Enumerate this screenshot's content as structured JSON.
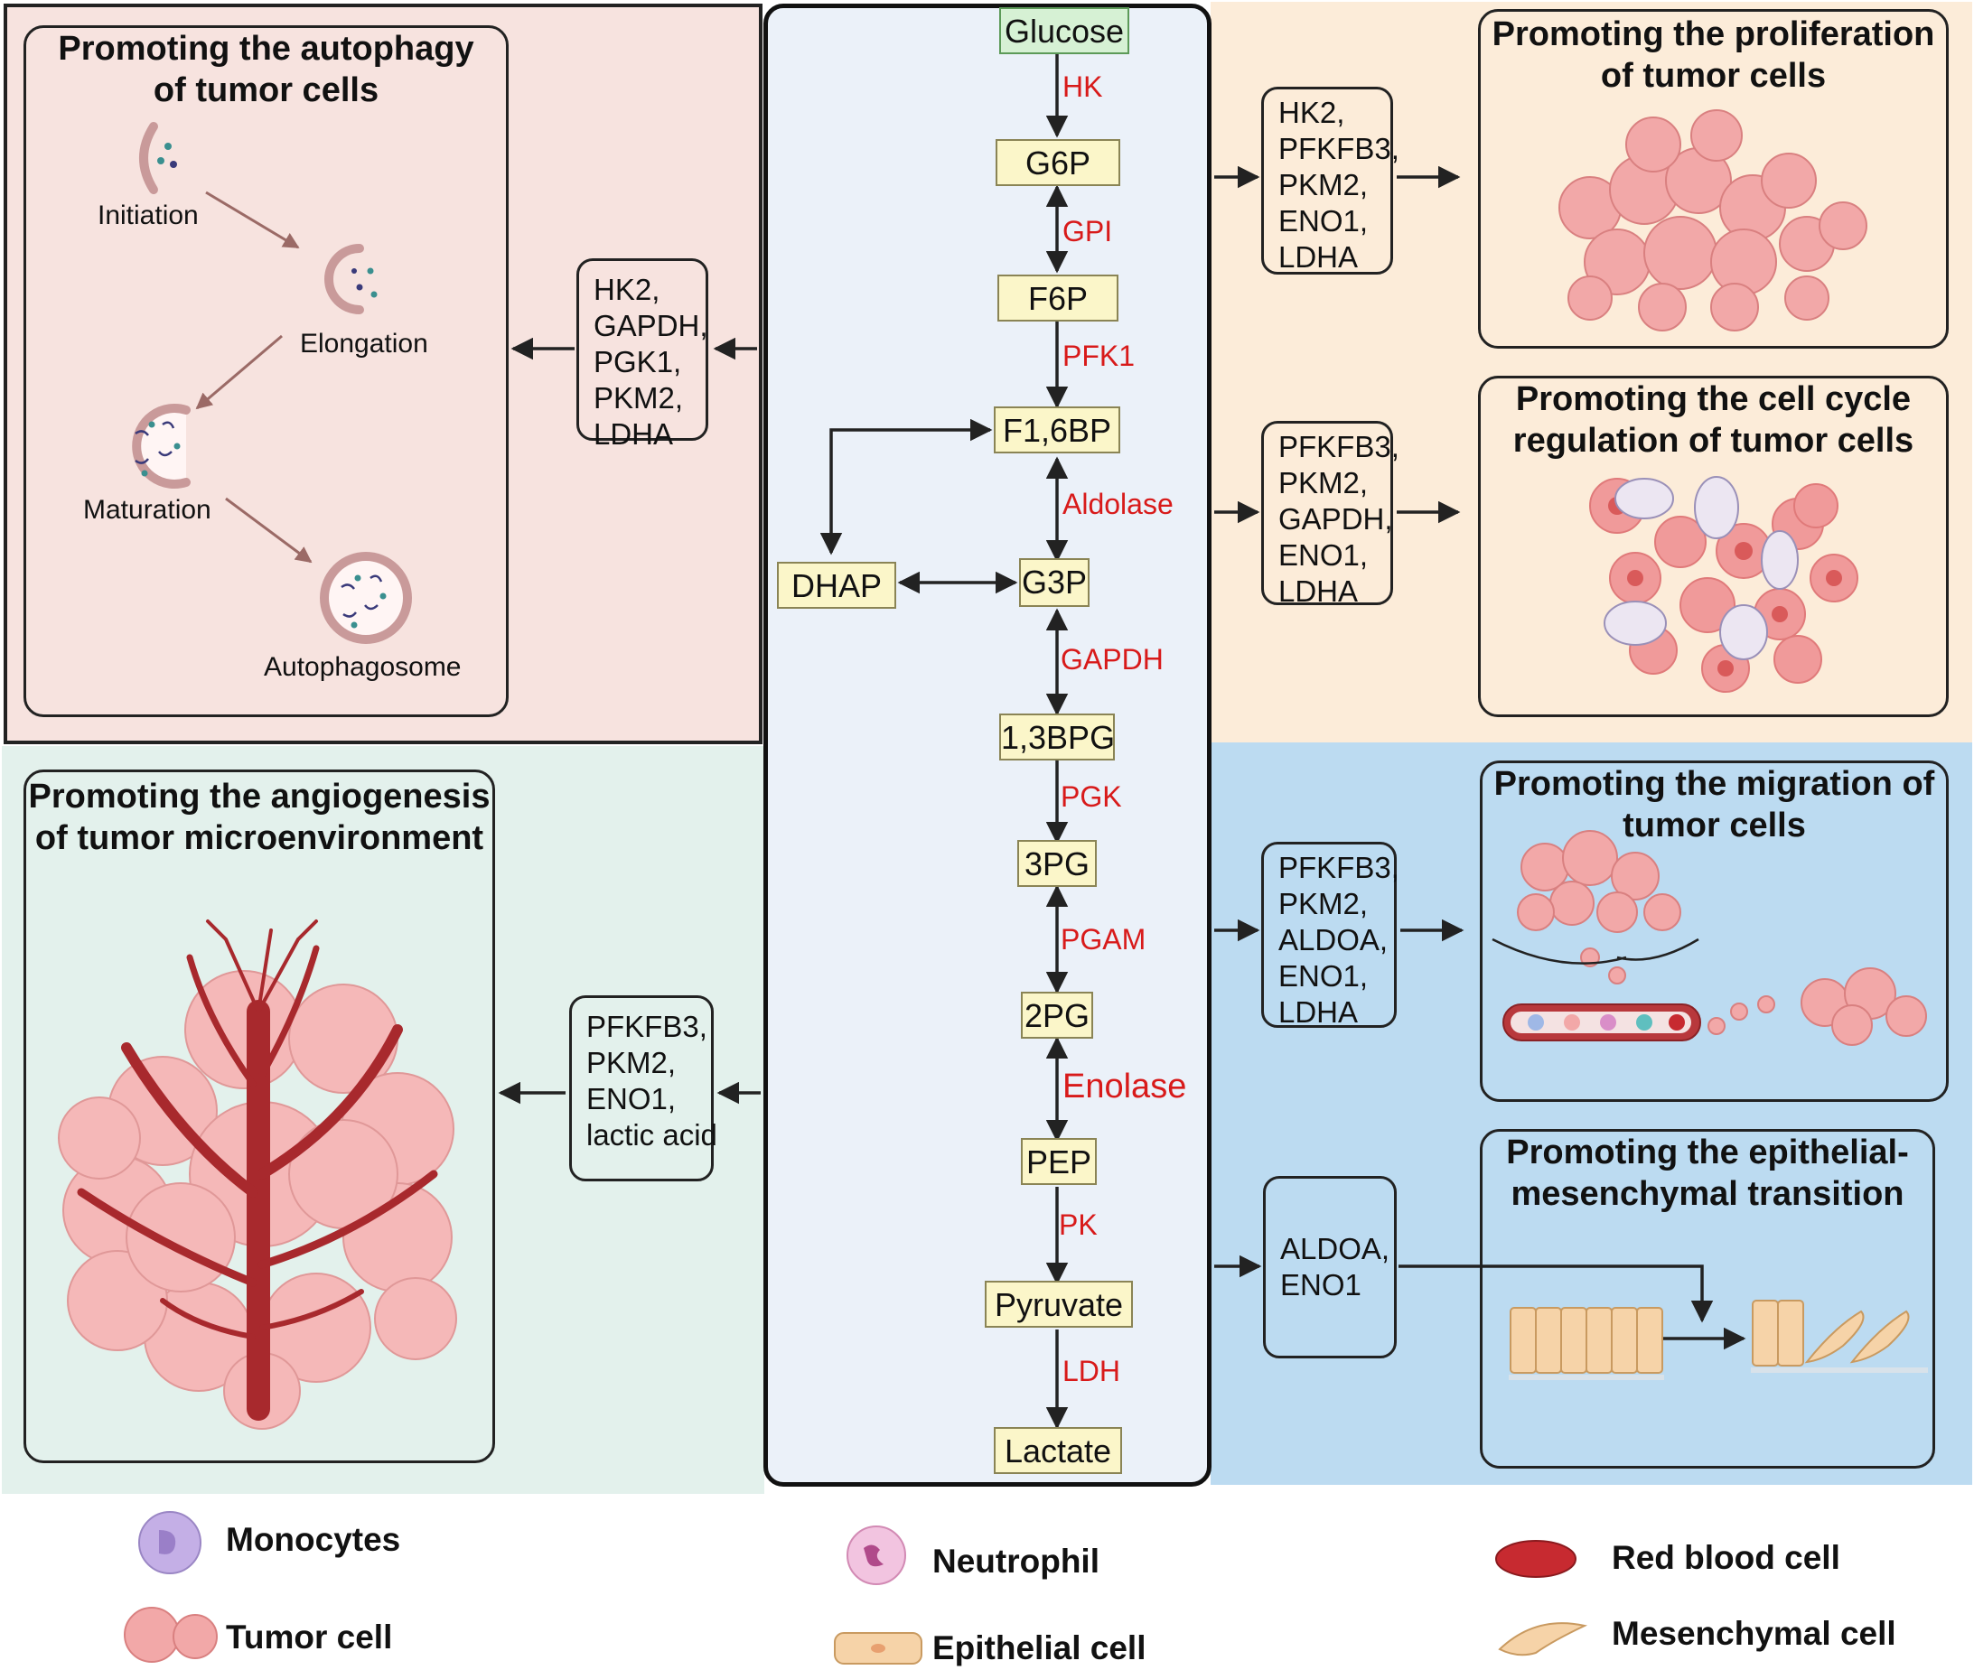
{
  "pathway": {
    "metabolites": {
      "glucose": "Glucose",
      "g6p": "G6P",
      "f6p": "F6P",
      "f16bp": "F1,6BP",
      "dhap": "DHAP",
      "g3p": "G3P",
      "bpg13": "1,3BPG",
      "pg3": "3PG",
      "pg2": "2PG",
      "pep": "PEP",
      "pyruvate": "Pyruvate",
      "lactate": "Lactate"
    },
    "enzymes": {
      "hk": "HK",
      "gpi": "GPI",
      "pfk1": "PFK1",
      "aldolase": "Aldolase",
      "gapdh": "GAPDH",
      "pgk": "PGK",
      "pgam": "PGAM",
      "enolase": "Enolase",
      "pk": "PK",
      "ldh": "LDH"
    }
  },
  "autophagy": {
    "title": "Promoting the autophagy\nof tumor cells",
    "stages": {
      "initiation": "Initiation",
      "elongation": "Elongation",
      "maturation": "Maturation",
      "autophagosome": "Autophagosome"
    },
    "genes": [
      "HK2,",
      "GAPDH,",
      "PGK1,",
      "PKM2,",
      "LDHA"
    ]
  },
  "angiogenesis": {
    "title": "Promoting the angiogenesis\nof tumor microenvironment",
    "genes": [
      "PFKFB3,",
      "PKM2,",
      "ENO1,",
      "lactic acid"
    ]
  },
  "proliferation": {
    "title": "Promoting the proliferation\nof tumor cells",
    "genes": [
      "HK2,",
      "PFKFB3,",
      "PKM2,",
      "ENO1,",
      "LDHA"
    ]
  },
  "cellcycle": {
    "title": "Promoting the cell cycle\nregulation of tumor cells",
    "genes": [
      "PFKFB3,",
      "PKM2,",
      "GAPDH,",
      "ENO1,",
      "LDHA"
    ]
  },
  "migration": {
    "title": "Promoting the migration of\ntumor cells",
    "genes": [
      "PFKFB3,",
      "PKM2,",
      "ALDOA,",
      "ENO1,",
      "LDHA"
    ]
  },
  "emt": {
    "title": "Promoting the epithelial-\nmesenchymal transition",
    "genes": [
      "ALDOA,",
      "ENO1"
    ]
  },
  "legend": {
    "monocytes": "Monocytes",
    "tumor_cell": "Tumor cell",
    "neutrophil": "Neutrophil",
    "epithelial_cell": "Epithelial cell",
    "red_blood_cell": "Red blood cell",
    "mesenchymal_cell": "Mesenchymal cell"
  },
  "colors": {
    "autophagy_bg": "#f7e3df",
    "angiogenesis_bg": "#e3f1ec",
    "pathway_bg": "#ebf1f9",
    "proliferation_bg": "#fcecd9",
    "migration_bg": "#bcdbf1",
    "enzyme_red": "#d81a1a",
    "metabolite_fill": "#fbf6c9",
    "glucose_fill": "#d6f1d4",
    "tumor_pink": "#f2a8a8",
    "vessel_red": "#a8292d"
  }
}
